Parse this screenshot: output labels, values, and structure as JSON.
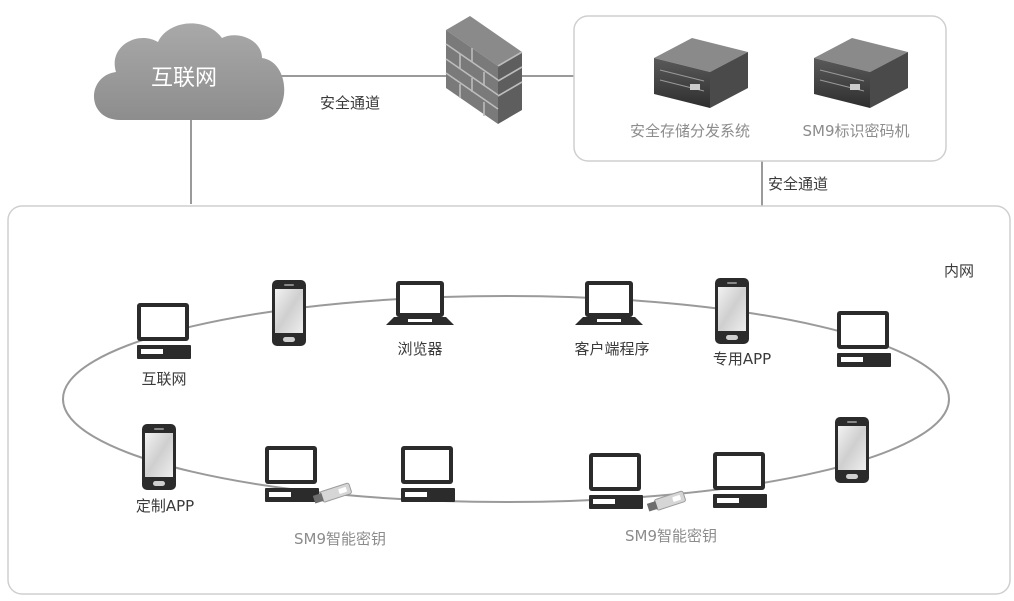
{
  "internet_cloud": {
    "label": "互联网"
  },
  "links": {
    "cloud_to_firewall": "安全通道",
    "servers_to_intranet": "安全通道"
  },
  "server_zone": {
    "servers": [
      {
        "label": "安全存储分发系统"
      },
      {
        "label": "SM9标识密码机"
      }
    ]
  },
  "intranet": {
    "label": "内网",
    "devices": {
      "pc_internet": "互联网",
      "laptop_browser": "浏览器",
      "laptop_client": "客户端程序",
      "phone_app": "专用APP",
      "phone_custom": "定制APP",
      "usbkey_left": "SM9智能密钥",
      "usbkey_right": "SM9智能密钥"
    }
  },
  "colors": {
    "line": "#9a9a9a",
    "cloud": "#9b9b9b",
    "device_dark": "#2b2b2b",
    "screen": "#ffffff",
    "label_dark": "#3a3a3a",
    "label_gray": "#8c8c8c"
  }
}
